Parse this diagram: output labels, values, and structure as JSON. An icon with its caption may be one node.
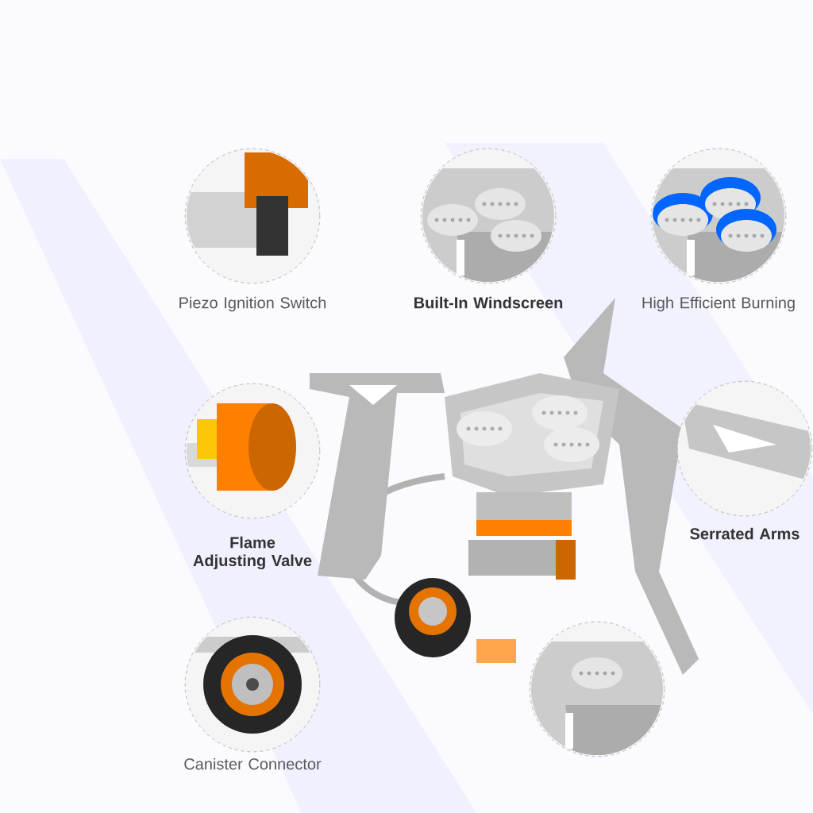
{
  "diagram": {
    "nodes": [
      {
        "text": [
          "Piezo Ignition Switch"
        ]
      },
      {
        "text": [
          "Built-In Windscreen"
        ]
      },
      {
        "text": [
          "High Efficient Burning"
        ]
      },
      {
        "text": [
          "Flame Adjusting Valve"
        ]
      },
      {
        "text": [
          "Serrated Arms"
        ]
      },
      {
        "text": [
          "Canister Connector"
        ]
      },
      {
        "text": [],
        "shape": "picture"
      }
    ]
  }
}
